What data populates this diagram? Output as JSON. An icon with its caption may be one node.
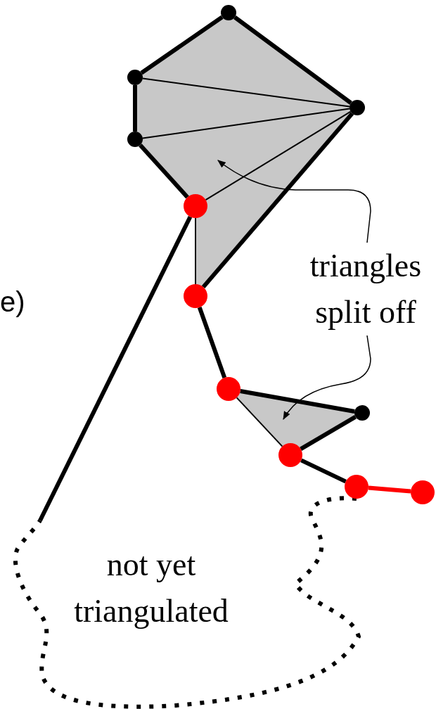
{
  "diagram": {
    "nodes": [
      {
        "text": [],
        "shape": "circle"
      },
      {
        "text": [],
        "shape": "circle"
      },
      {
        "text": [],
        "shape": "circle"
      },
      {
        "text": [],
        "shape": "circle"
      },
      {
        "text": [],
        "shape": "circle"
      },
      {
        "text": [],
        "shape": "circle"
      },
      {
        "text": [],
        "shape": "circle"
      },
      {
        "text": [],
        "shape": "circle"
      },
      {
        "text": [],
        "shape": "circle"
      },
      {
        "text": [],
        "shape": "circle"
      },
      {
        "text": [],
        "shape": "circle"
      },
      {
        "text": [
          "triangles split off"
        ]
      }
    ],
    "edges": [
      {
        "from": 0,
        "to": 1,
        "arrow": "none"
      },
      {
        "from": 1,
        "to": 3,
        "arrow": "none"
      },
      {
        "from": 3,
        "to": 4,
        "arrow": "none"
      },
      {
        "from": 0,
        "to": 2,
        "arrow": "none"
      },
      {
        "from": 2,
        "to": 5,
        "arrow": "none"
      },
      {
        "from": 1,
        "to": 2,
        "arrow": "none"
      },
      {
        "from": 3,
        "to": 2,
        "arrow": "none"
      },
      {
        "from": 4,
        "to": 2,
        "arrow": "none"
      },
      {
        "from": 4,
        "to": 5,
        "arrow": "none"
      },
      {
        "from": 5,
        "to": 6,
        "arrow": "none"
      },
      {
        "from": 6,
        "to": 7,
        "arrow": "none"
      },
      {
        "from": 7,
        "to": 8,
        "arrow": "none"
      },
      {
        "from": 6,
        "to": 8,
        "arrow": "none"
      },
      {
        "from": 8,
        "to": 9,
        "arrow": "none"
      },
      {
        "from": 9,
        "to": 10,
        "arrow": "none",
        "color": "#ff0000"
      },
      {
        "from": 4,
        "to": null,
        "arrow": "none"
      },
      {
        "from": 9,
        "to": null,
        "arrow": "none",
        "style": "dashed"
      },
      {
        "from": 11,
        "to": null,
        "arrow": "to"
      },
      {
        "from": 11,
        "to": null,
        "arrow": "to"
      }
    ],
    "labels": [
      "e)",
      "not yet triangulated"
    ]
  }
}
